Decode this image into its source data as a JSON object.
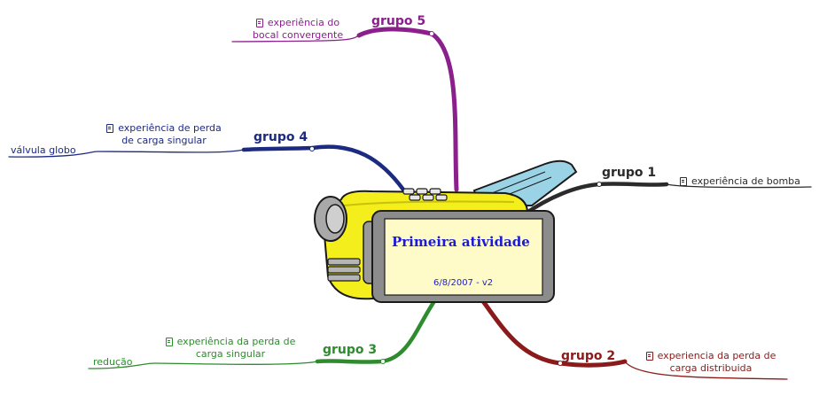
{
  "central": {
    "title": "Primeira atividade",
    "version": "6/8/2007 - v2"
  },
  "branches": {
    "g1": {
      "name": "grupo 1",
      "color": "#2b2b2b",
      "topic": "experiência de bomba"
    },
    "g2": {
      "name": "grupo 2",
      "color": "#8b1a1a",
      "topic_line1": "experiencia da perda de",
      "topic_line2": "carga distribuida"
    },
    "g3": {
      "name": "grupo 3",
      "color": "#2e8b2e",
      "topic_line1": "experiência da perda de",
      "topic_line2": "carga singular",
      "sub": "redução"
    },
    "g4": {
      "name": "grupo 4",
      "color": "#1c2a80",
      "topic_line1": "experiência de perda",
      "topic_line2": "de carga singular",
      "sub": "válvula globo"
    },
    "g5": {
      "name": "grupo 5",
      "color": "#8b1f8b",
      "topic_line1": "experiência do",
      "topic_line2": "bocal convergente"
    }
  },
  "icons": {
    "topic_icon": "document-icon",
    "central_image": "video-camera-illustration"
  }
}
